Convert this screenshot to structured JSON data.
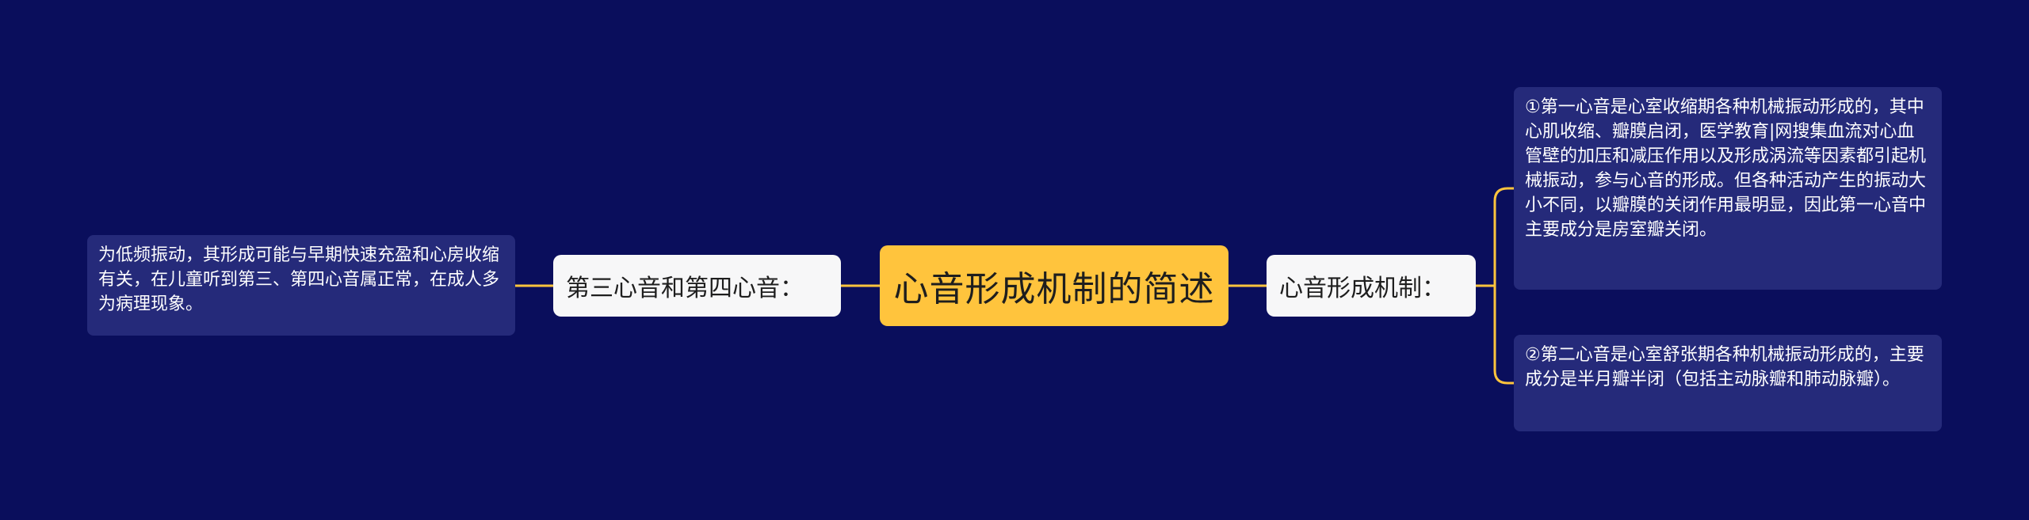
{
  "mindmap": {
    "root": {
      "label": "心音形成机制的简述"
    },
    "left_branch": {
      "label": "第三心音和第四心音：",
      "leaf": "为低频振动，其形成可能与早期快速充盈和心房收缩有关，在儿童听到第三、第四心音属正常，在成人多为病理现象。"
    },
    "right_branch": {
      "label": "心音形成机制：",
      "leaves": [
        "①第一心音是心室收缩期各种机械振动形成的，其中心肌收缩、瓣膜启闭，医学教育|网搜集血流对心血管壁的加压和减压作用以及形成涡流等因素都引起机械振动，参与心音的形成。但各种活动产生的振动大小不同，以瓣膜的关闭作用最明显，因此第一心音中主要成分是房室瓣关闭。",
        "②第二心音是心室舒张期各种机械振动形成的，主要成分是半月瓣半闭（包括主动脉瓣和肺动脉瓣）。"
      ]
    }
  },
  "colors": {
    "background": "#0a0e5c",
    "root_fill": "#ffc43d",
    "branch_fill": "#f7f7f8",
    "leaf_fill": "#252a7a",
    "connector": "#ffc43d"
  }
}
